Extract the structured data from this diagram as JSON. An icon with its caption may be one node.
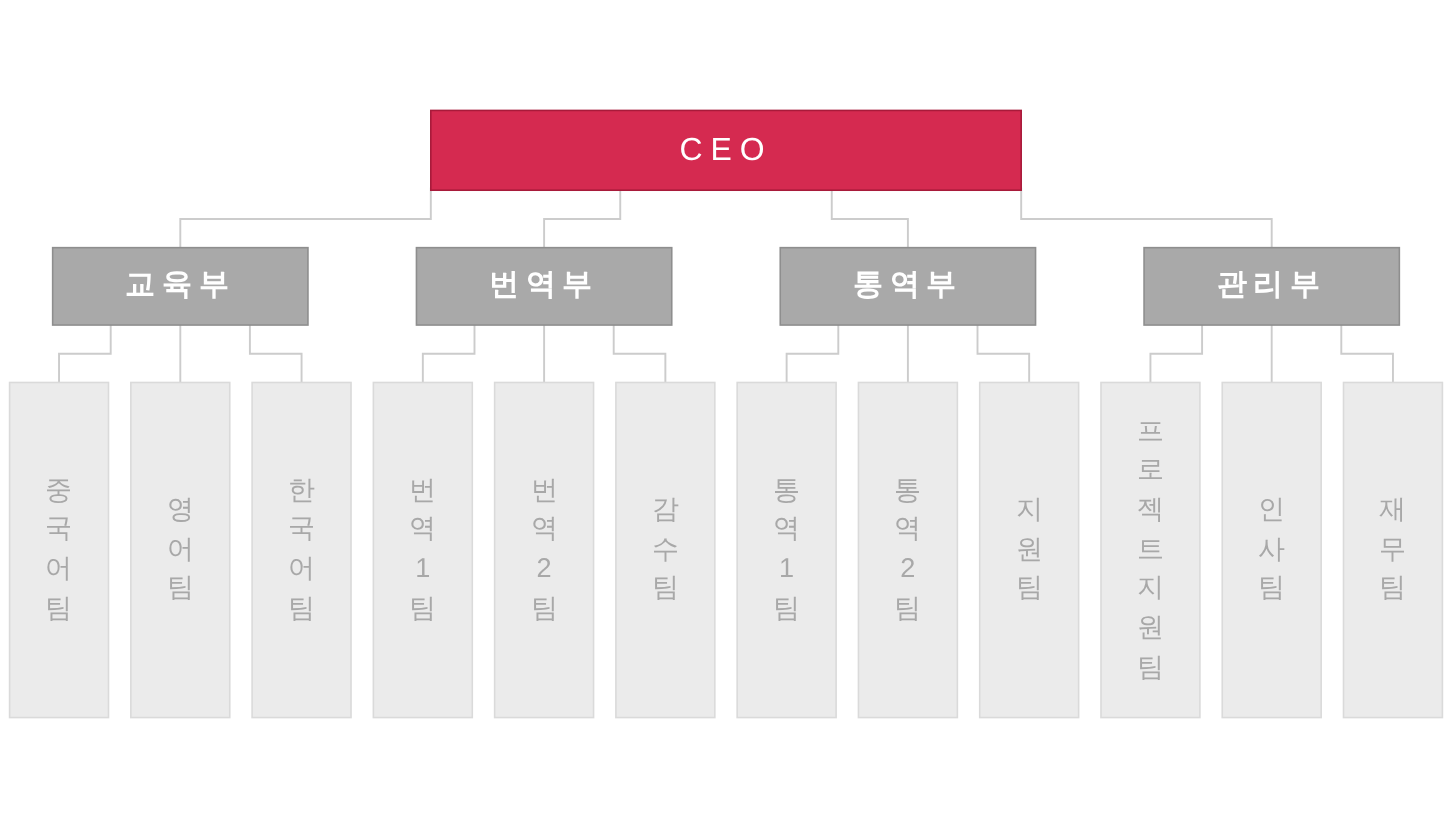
{
  "diagram": {
    "nodes": [
      {
        "text": [
          "CEO"
        ]
      },
      {
        "text": [
          "교육부"
        ]
      },
      {
        "text": [
          "번역부"
        ]
      },
      {
        "text": [
          "통역부"
        ]
      },
      {
        "text": [
          "관리부"
        ]
      },
      {
        "text": [
          "중국어팀"
        ]
      },
      {
        "text": [
          "영어팀"
        ]
      },
      {
        "text": [
          "한국어팀"
        ]
      },
      {
        "text": [
          "번역1팀"
        ]
      },
      {
        "text": [
          "번역2팀"
        ]
      },
      {
        "text": [
          "감수팀"
        ]
      },
      {
        "text": [
          "통역1팀"
        ]
      },
      {
        "text": [
          "통역2팀"
        ]
      },
      {
        "text": [
          "지원팀"
        ]
      },
      {
        "text": [
          "프로젝트지원팀"
        ]
      },
      {
        "text": [
          "인사팀"
        ]
      },
      {
        "text": [
          "재무팀"
        ]
      }
    ],
    "edges": [
      {
        "from": 0,
        "to": 1,
        "arrow": "none"
      },
      {
        "from": 0,
        "to": 2,
        "arrow": "none"
      },
      {
        "from": 0,
        "to": 3,
        "arrow": "none"
      },
      {
        "from": 0,
        "to": 4,
        "arrow": "none"
      },
      {
        "from": 1,
        "to": 5,
        "arrow": "none"
      },
      {
        "from": 1,
        "to": 6,
        "arrow": "none"
      },
      {
        "from": 1,
        "to": 7,
        "arrow": "none"
      },
      {
        "from": 2,
        "to": 8,
        "arrow": "none"
      },
      {
        "from": 2,
        "to": 9,
        "arrow": "none"
      },
      {
        "from": 2,
        "to": 10,
        "arrow": "none"
      },
      {
        "from": 3,
        "to": 11,
        "arrow": "none"
      },
      {
        "from": 3,
        "to": 12,
        "arrow": "none"
      },
      {
        "from": 3,
        "to": 13,
        "arrow": "none"
      },
      {
        "from": 4,
        "to": 14,
        "arrow": "none"
      },
      {
        "from": 4,
        "to": 15,
        "arrow": "none"
      },
      {
        "from": 4,
        "to": 16,
        "arrow": "none"
      }
    ]
  }
}
